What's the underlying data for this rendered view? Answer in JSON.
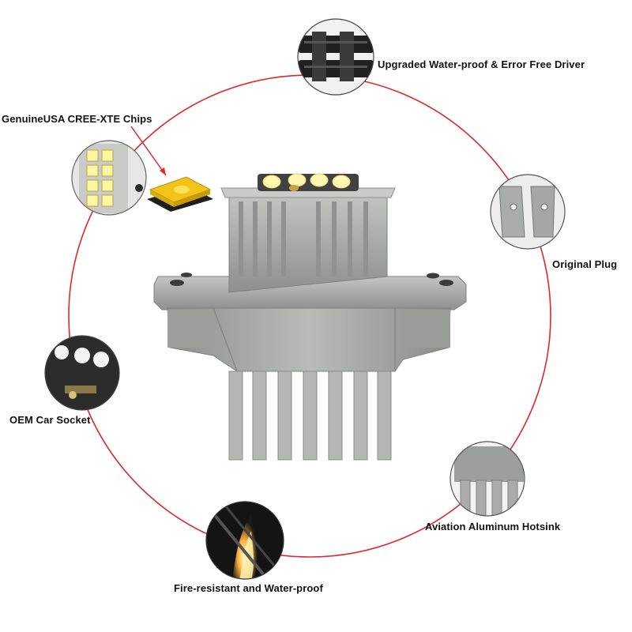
{
  "labels": {
    "driver": "Upgraded Water-proof & Error Free Driver",
    "chips": "GenuineUSA CREE-XTE  Chips",
    "plug": "Original Plug",
    "socket": "OEM Car Socket",
    "hotsink": "Aviation Aluminum Hotsink",
    "fire": "Fire-resistant and Water-proof"
  },
  "colors": {
    "ring": "#e0262b",
    "background": "#ffffff",
    "metal": "#a7aaa8",
    "led": "#fff7b0",
    "chip": "#f2c418",
    "text": "#111111"
  }
}
